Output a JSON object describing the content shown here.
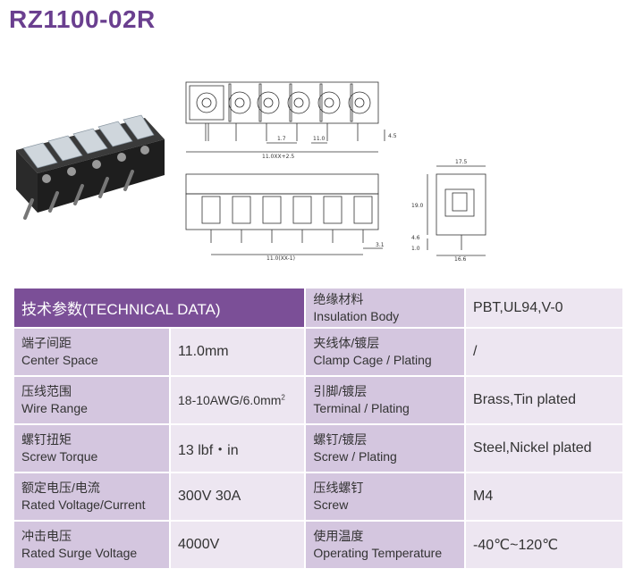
{
  "title": "RZ1100-02R",
  "dims": {
    "top_pitch_a": "1.7",
    "top_pitch_b": "11.0",
    "top_height": "4.5",
    "top_total": "11.0XX+2.5",
    "front_pin": "3.1",
    "front_total": "11.0(XX-1)",
    "side_width": "17.5",
    "side_height": "19.0",
    "side_pin_a": "4.6",
    "side_pin_b": "1.0",
    "side_base": "16.6"
  },
  "table": {
    "header_cn": "技术参数",
    "header_en": "(TECHNICAL DATA)",
    "left": [
      {
        "cn": "端子间距",
        "en": "Center Space",
        "value": "11.0mm"
      },
      {
        "cn": "压线范围",
        "en": "Wire Range",
        "value": "18-10AWG/6.0mm",
        "sup": "2"
      },
      {
        "cn": "螺钉扭矩",
        "en": "Screw Torque",
        "value": "13 lbf・in"
      },
      {
        "cn": "额定电压/电流",
        "en": "Rated Voltage/Current",
        "value": "300V 30A"
      },
      {
        "cn": "冲击电压",
        "en": "Rated Surge Voltage",
        "value": "4000V"
      }
    ],
    "right": [
      {
        "cn": "绝缘材料",
        "en": "Insulation Body",
        "value": "PBT,UL94,V-0"
      },
      {
        "cn": "夹线体/镀层",
        "en": "Clamp Cage / Plating",
        "value": "/"
      },
      {
        "cn": "引脚/镀层",
        "en": "Terminal / Plating",
        "value": "Brass,Tin plated"
      },
      {
        "cn": "螺钉/镀层",
        "en": "Screw / Plating",
        "value": "Steel,Nickel plated"
      },
      {
        "cn": "压线螺钉",
        "en": "Screw",
        "value": "M4"
      },
      {
        "cn": "使用温度",
        "en": "Operating Temperature",
        "value": "-40℃~120℃"
      }
    ]
  }
}
